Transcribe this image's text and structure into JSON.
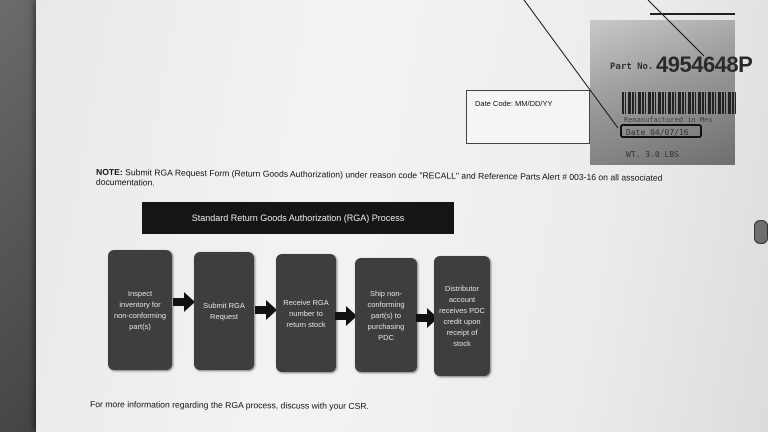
{
  "label_photo": {
    "part_no_label": "Part No.",
    "part_no": "4954648P",
    "reman_text": "Remanufactured in Mex",
    "date_text": "Date 04/07/16",
    "weight_text": "WT.  3.0 LBS"
  },
  "date_code_box": {
    "label": "Date Code: MM/DD/YY"
  },
  "note": {
    "prefix": "NOTE:",
    "text": "Submit RGA Request Form (Return Goods Authorization) under reason code \"RECALL\" and Reference Parts Alert # 003-16 on all associated documentation."
  },
  "process": {
    "title": "Standard Return Goods Authorization (RGA) Process",
    "steps": [
      {
        "label": "Inspect inventory for non-conforming part(s)"
      },
      {
        "label": "Submit RGA Request"
      },
      {
        "label": "Receive RGA number to return stock"
      },
      {
        "label": "Ship non-conforming part(s) to purchasing PDC"
      },
      {
        "label": "Distributor account receives PDC credit upon receipt of stock"
      }
    ]
  },
  "footer": {
    "text": "For more information regarding the RGA process, discuss with your CSR."
  },
  "colors": {
    "step_fill": "#3e3e3e",
    "title_fill": "#151515",
    "arrow_fill": "#111111"
  }
}
